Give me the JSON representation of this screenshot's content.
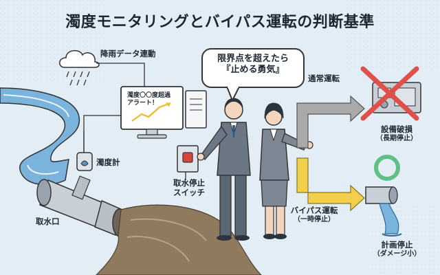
{
  "title": "濁度モニタリングとバイパス運転の判断基準",
  "labels": {
    "rain_link": "降雨データ連動",
    "turbidity_meter": "濁度計",
    "intake": "取水口",
    "stop_switch_line1": "取水停止",
    "stop_switch_line2": "スイッチ",
    "normal_operation": "通常運転",
    "bypass_line1": "バイパス運転",
    "bypass_line2": "（一時停止）",
    "damage_line1": "設備破損",
    "damage_line2": "（長期停止）",
    "planned_stop_line1": "計画停止",
    "planned_stop_line2": "（ダメージ小）"
  },
  "monitor": {
    "line1": "濁度〇〇度超過",
    "line2": "アラート！"
  },
  "speech_bubble": {
    "line1": "限界点を超えたら",
    "line2": "『止める勇気』"
  },
  "icons": {
    "cloud": "rain-cloud-icon",
    "damage_mark": "red-x-icon",
    "ok_mark": "green-circle-icon",
    "trend": "rising-trend-arrow-icon"
  },
  "colors": {
    "background": "#e3edf5",
    "river": "#7ab3db",
    "muddy_water": "#8f7a5e",
    "arrow_gray": "#a9a9a9",
    "arrow_yellow": "#f2d04b",
    "red_x": "#e0504a",
    "green_circle": "#5fbf84"
  }
}
